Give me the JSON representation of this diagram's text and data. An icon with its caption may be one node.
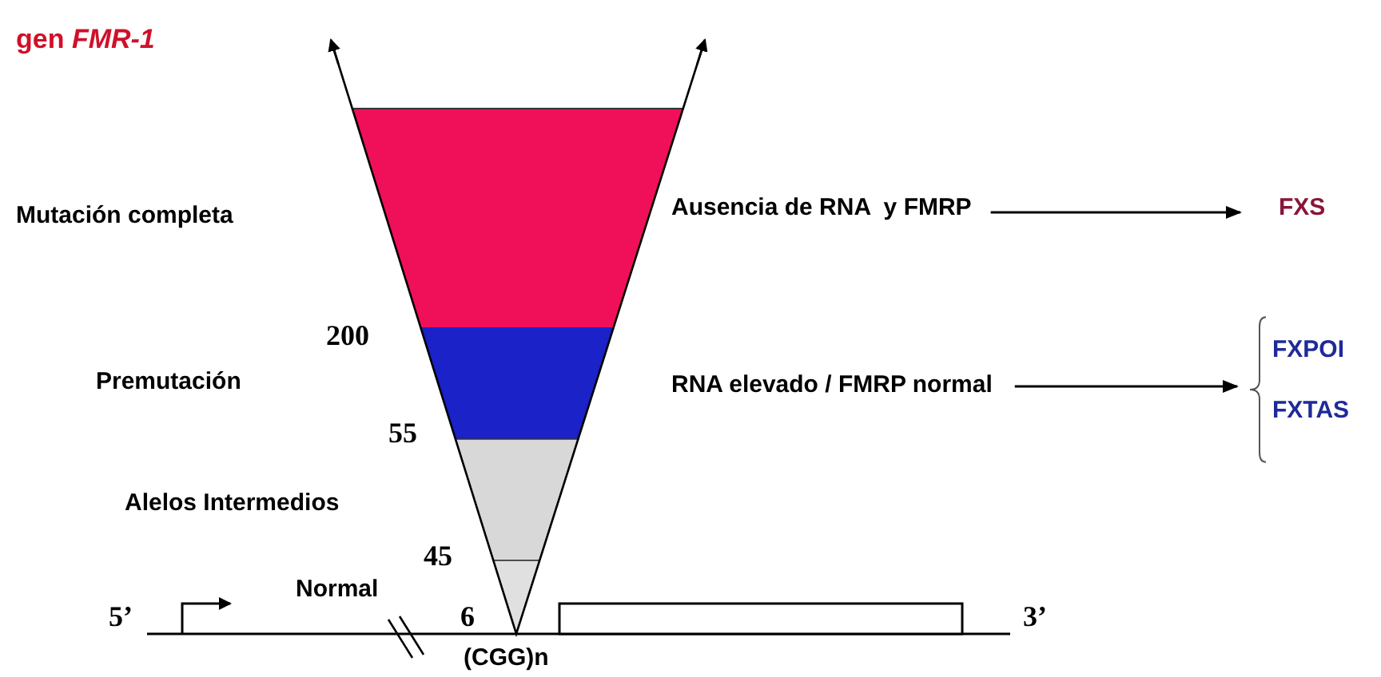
{
  "diagram": {
    "title": "gen *FMR-1*",
    "nodes": [
      {
        "text": [
          "Ausencia de RNA  y FMRP"
        ]
      },
      {
        "text": [
          "FXS"
        ]
      },
      {
        "text": [
          "RNA elevado / FMRP normal"
        ]
      },
      {
        "text": [
          "FXPOI"
        ]
      },
      {
        "text": [
          "FXTAS"
        ]
      }
    ],
    "edges": [
      {
        "from": 0,
        "to": 1,
        "arrow": "to"
      },
      {
        "from": 2,
        "to": 3,
        "arrow": "to"
      },
      {
        "from": 2,
        "to": 4,
        "arrow": "to"
      }
    ],
    "labels": [
      "Mutación completa",
      "200",
      "Premutación",
      "55",
      "Alelos Intermedios",
      "45",
      "Normal",
      "6",
      "5’",
      "3’",
      "(CGG)n"
    ]
  }
}
